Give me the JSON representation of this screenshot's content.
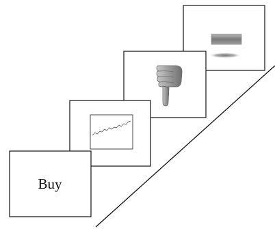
{
  "frames": [
    {
      "id": "buy",
      "label": "Buy",
      "content": "text"
    },
    {
      "id": "chart",
      "content": "line-chart-thumbnail"
    },
    {
      "id": "thumb",
      "content": "thumbs-down-hand-icon"
    },
    {
      "id": "bar",
      "content": "gray-bar-with-shadow-icon"
    }
  ],
  "colors": {
    "stroke": "#111111",
    "background": "#ffffff",
    "hand_fill": "#9a9a9a",
    "bar_fill": "#8c8c8c"
  }
}
